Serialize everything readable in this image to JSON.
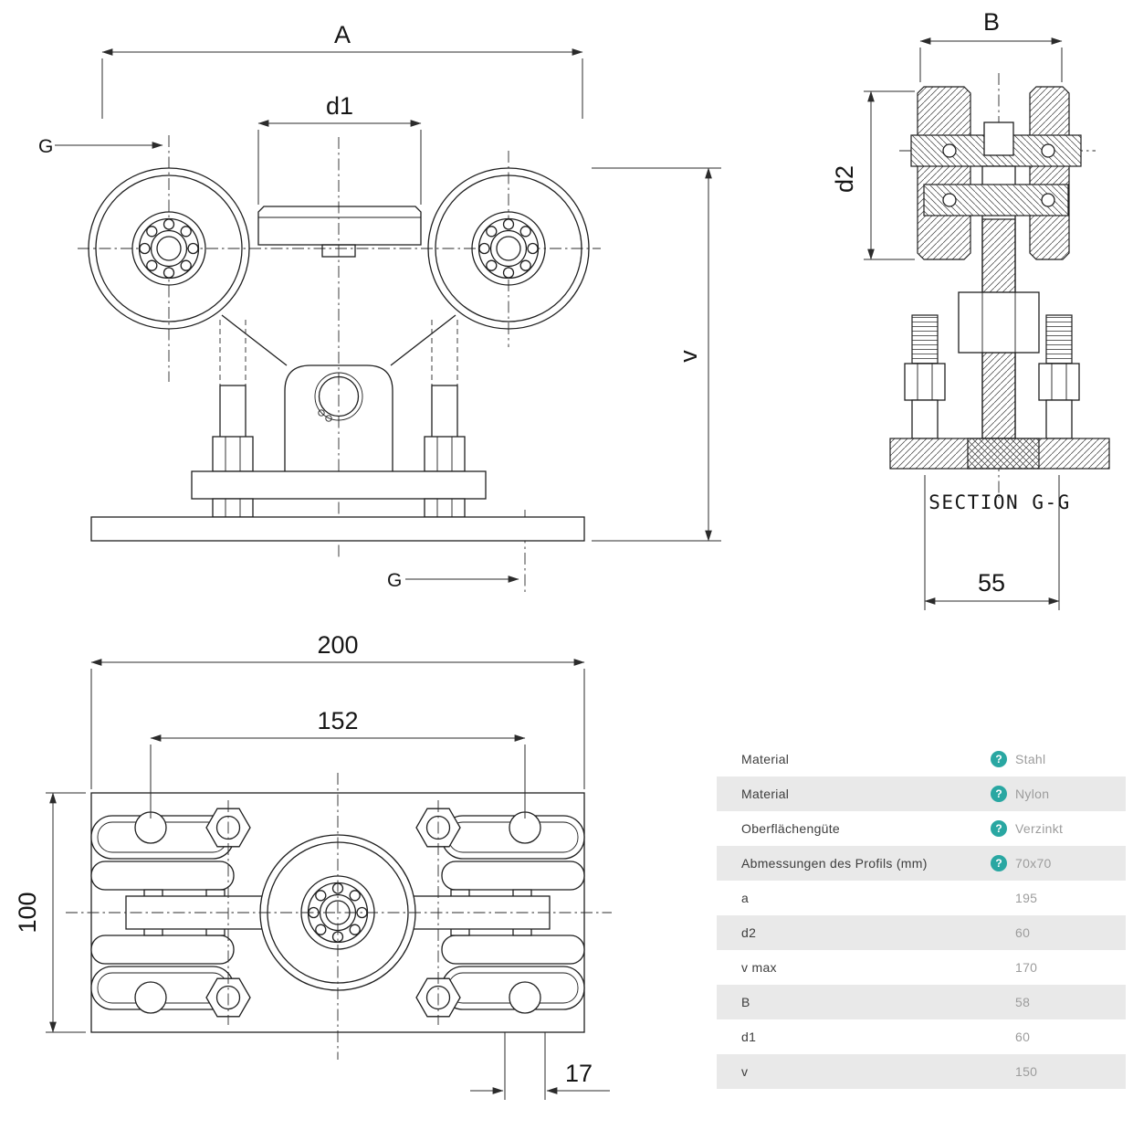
{
  "drawing": {
    "front_view": {
      "dim_a": "A",
      "dim_d1": "d1",
      "label_g_left": "G",
      "label_g_bottom": "G",
      "dim_v": "v"
    },
    "section_view": {
      "dim_b": "B",
      "dim_d2": "d2",
      "caption": "SECTION G-G",
      "dim_55": "55"
    },
    "plan_view": {
      "dim_200": "200",
      "dim_152": "152",
      "dim_100": "100",
      "dim_17": "17"
    }
  },
  "spec_table": {
    "help_icon_glyph": "?",
    "rows": [
      {
        "label": "Material",
        "value": "Stahl"
      },
      {
        "label": "Material",
        "value": "Nylon"
      },
      {
        "label": "Oberflächengüte",
        "value": "Verzinkt"
      },
      {
        "label": "Abmessungen des Profils (mm)",
        "value": "70x70"
      },
      {
        "label": "a",
        "value": "195"
      },
      {
        "label": "d2",
        "value": "60"
      },
      {
        "label": "v max",
        "value": "170"
      },
      {
        "label": "B",
        "value": "58"
      },
      {
        "label": "d1",
        "value": "60"
      },
      {
        "label": "v",
        "value": "150"
      }
    ],
    "colors": {
      "accent_teal": "#29a7a2",
      "row_alt_bg": "#e9e9e9",
      "label_text": "#3d3d3d",
      "value_text": "#9c9c9c"
    }
  }
}
